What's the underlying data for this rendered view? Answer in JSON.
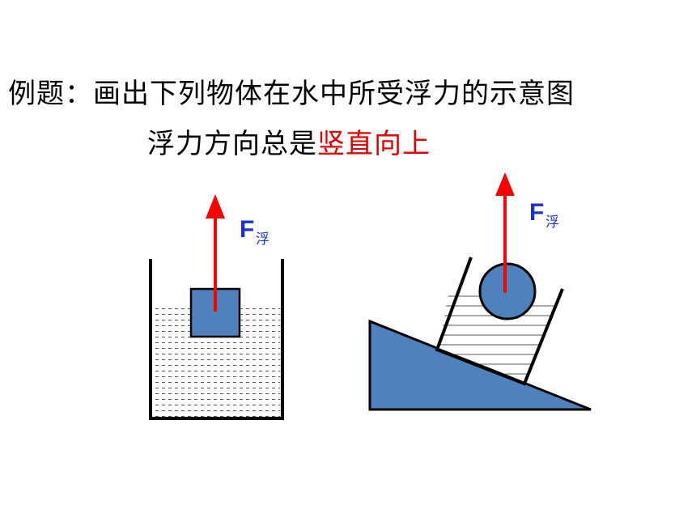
{
  "title": "例题：画出下列物体在水中所受浮力的示意图",
  "subtitle": {
    "prefix": "浮力方向总是",
    "highlight": "竖直向上"
  },
  "force_label": {
    "main": "F",
    "sub": "浮"
  },
  "colors": {
    "object_fill": "#4f81bd",
    "arrow": "#ff0000",
    "label": "#1a33cc",
    "highlight_text": "#e00000",
    "outline": "#000000"
  }
}
